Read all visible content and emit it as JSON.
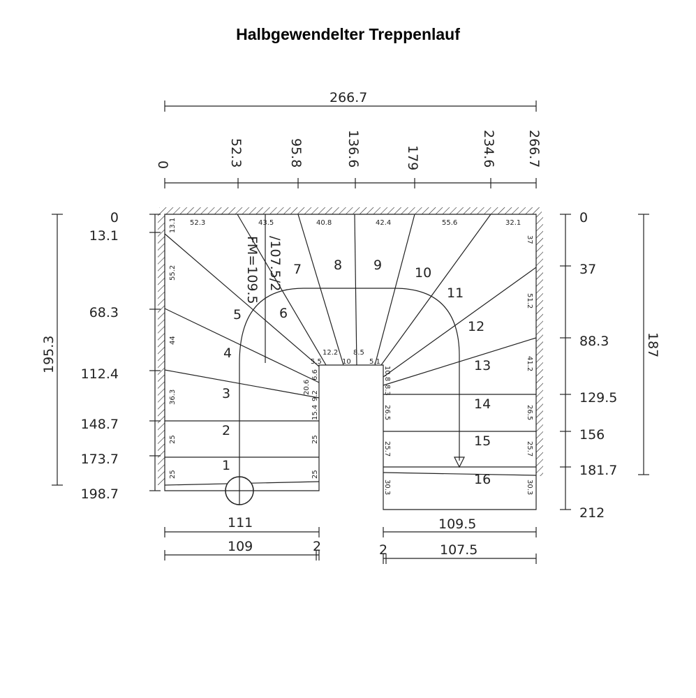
{
  "title": "Halbgewendelter Treppenlauf",
  "top": {
    "total": "266.7",
    "ticks": [
      "0",
      "52.3",
      "95.8",
      "136.6",
      "179",
      "234.6",
      "266.7"
    ]
  },
  "left": {
    "total": "195.3",
    "ticks": [
      "0",
      "13.1",
      "68.3",
      "112.4",
      "148.7",
      "173.7",
      "198.7"
    ]
  },
  "right": {
    "total": "187",
    "ticks": [
      "0",
      "37",
      "88.3",
      "129.5",
      "156",
      "181.7",
      "212"
    ]
  },
  "bottom": {
    "left_outer": "111",
    "left_inner": "109",
    "left_gap": "2",
    "right_outer": "109.5",
    "right_inner": "107.5",
    "right_gap": "2"
  },
  "wall_top": [
    "52.3",
    "43.5",
    "40.8",
    "42.4",
    "55.6",
    "32.1"
  ],
  "wall_left": [
    "13.1",
    "55.2",
    "44",
    "36.3",
    "25",
    "25"
  ],
  "wall_right": [
    "37",
    "51.2",
    "41.2",
    "26.5",
    "25.7",
    "30.3"
  ],
  "inner_left": [
    "6.6",
    "20.6",
    "9.2",
    "15.4",
    "25",
    "25"
  ],
  "inner_top": [
    "5.5",
    "12.2",
    "10",
    "8.5",
    "5.1"
  ],
  "inner_right": [
    "10.8",
    "8.3",
    "26.5",
    "25.7",
    "30.3"
  ],
  "steps": [
    "1",
    "2",
    "3",
    "4",
    "5",
    "6",
    "7",
    "8",
    "9",
    "10",
    "11",
    "12",
    "13",
    "14",
    "15",
    "16"
  ],
  "walkline": {
    "fm": "FM=109.5",
    "half": "/107.5/2"
  }
}
